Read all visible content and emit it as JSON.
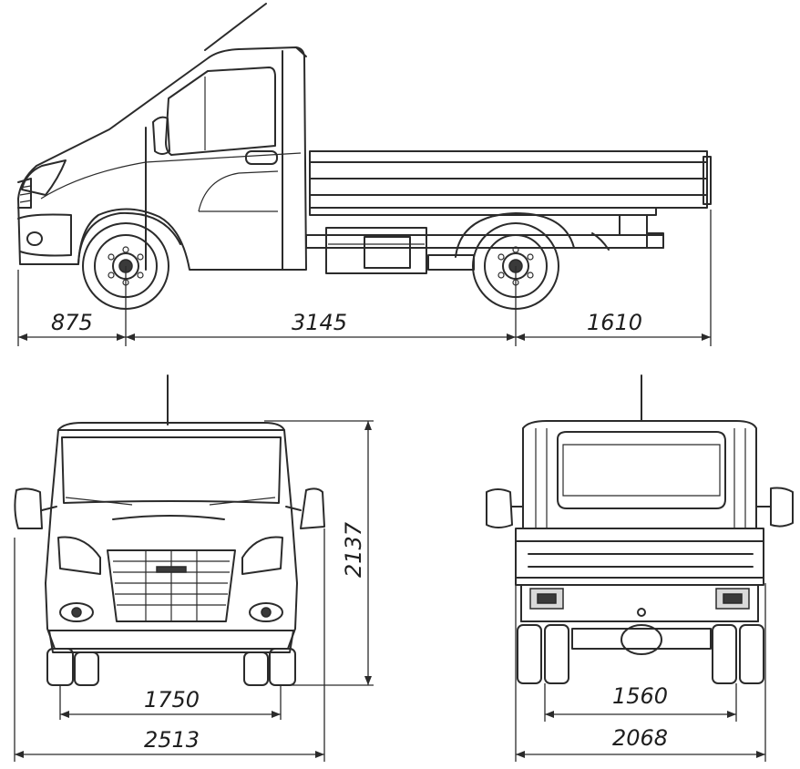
{
  "side_view": {
    "dimensions": {
      "front_overhang": "875",
      "wheelbase": "3145",
      "rear_overhang": "1610"
    }
  },
  "front_view": {
    "dimensions": {
      "height": "2137",
      "front_track": "1750",
      "overall_width": "2513"
    }
  },
  "rear_view": {
    "dimensions": {
      "rear_track": "1560",
      "overall_width": "2068"
    }
  },
  "colors": {
    "line": "#2b2b2b",
    "background": "#ffffff"
  }
}
